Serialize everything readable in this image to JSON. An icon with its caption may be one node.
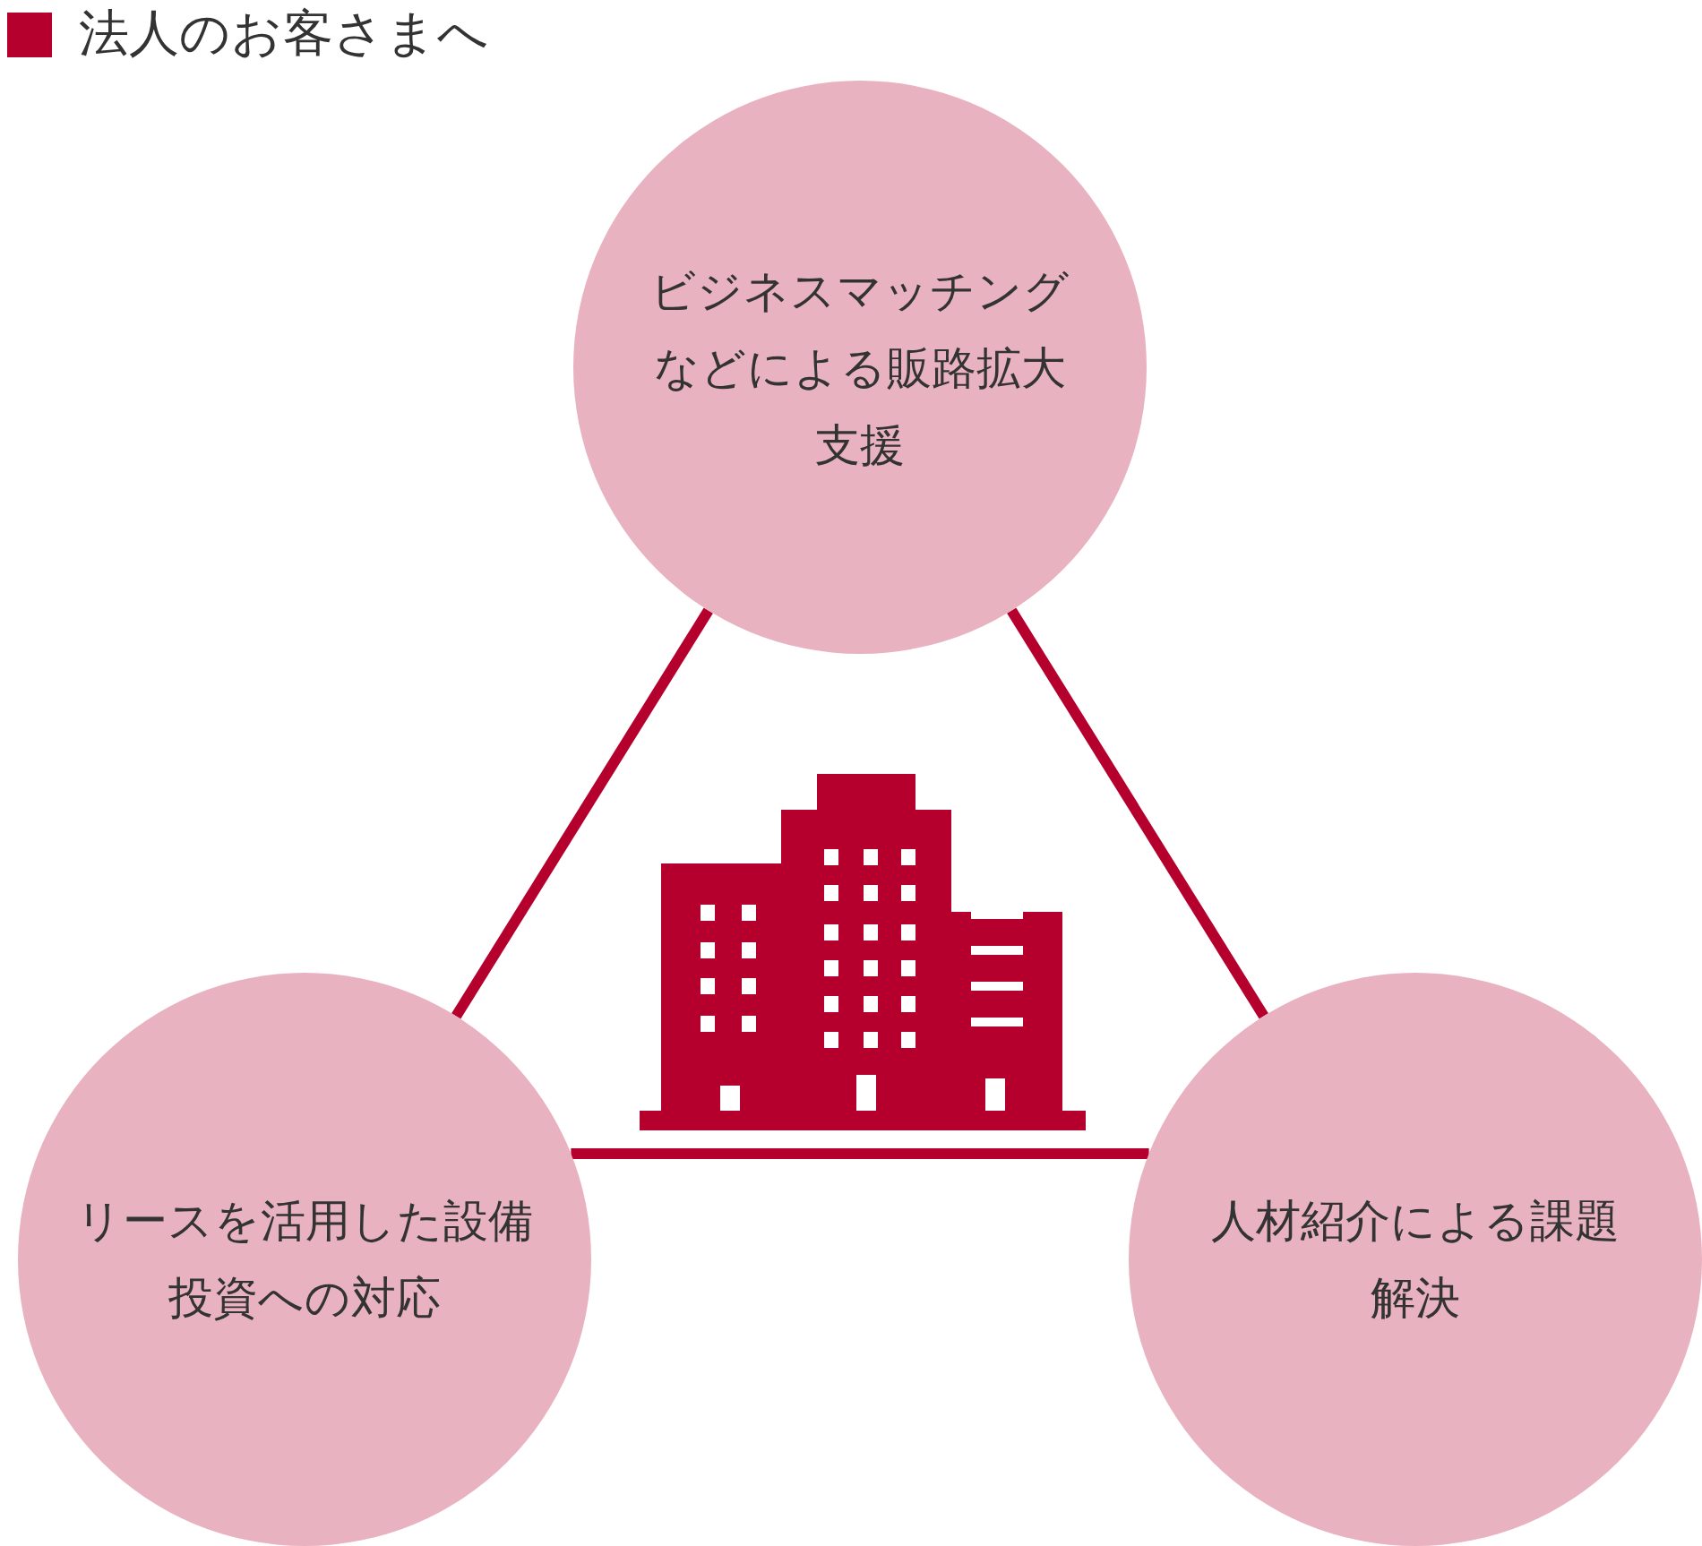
{
  "diagram": {
    "title": "法人のお客さまへ",
    "nodes": [
      {
        "text": [
          "ビジネスマッチングなどによる販路拡大支援"
        ]
      },
      {
        "text": [
          "リースを活用した設備投資への対応"
        ]
      },
      {
        "text": [
          "人材紹介による課題解決"
        ]
      }
    ],
    "edges": [
      {
        "from": 0,
        "to": 1,
        "arrow": "none"
      },
      {
        "from": 0,
        "to": 2,
        "arrow": "none"
      },
      {
        "from": 1,
        "to": 2,
        "arrow": "none"
      }
    ]
  }
}
